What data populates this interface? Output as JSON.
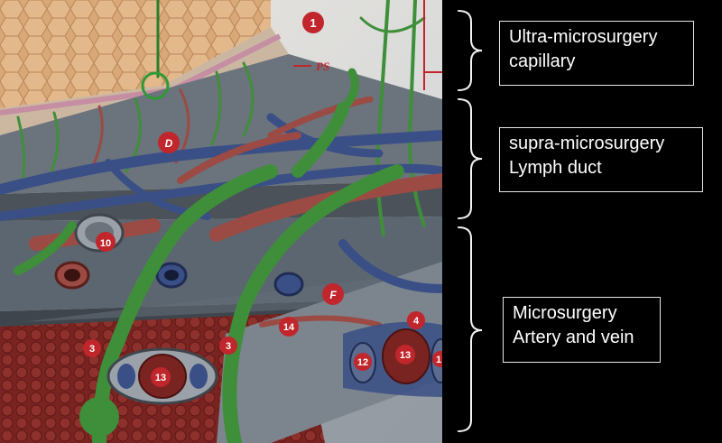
{
  "illustration": {
    "layer_letters": [
      "PS",
      "D",
      "F"
    ],
    "number_markers": [
      "1",
      "10",
      "3",
      "3",
      "13",
      "14",
      "4",
      "13",
      "12",
      "1"
    ]
  },
  "labels": [
    {
      "line1": "Ultra-microsurgery",
      "line2": "capillary"
    },
    {
      "line1": "supra-microsurgery",
      "line2": "Lymph duct"
    },
    {
      "line1": "Microsurgery",
      "line2": "Artery and vein"
    }
  ],
  "colors": {
    "background": "#000000",
    "lymph_green": "#3f8f3a",
    "artery_red": "#9c4a44",
    "vein_blue": "#3a4f86",
    "tissue_gray": "#5c6670",
    "skin_tan": "#d9a877",
    "marker_red": "#c0262b"
  }
}
